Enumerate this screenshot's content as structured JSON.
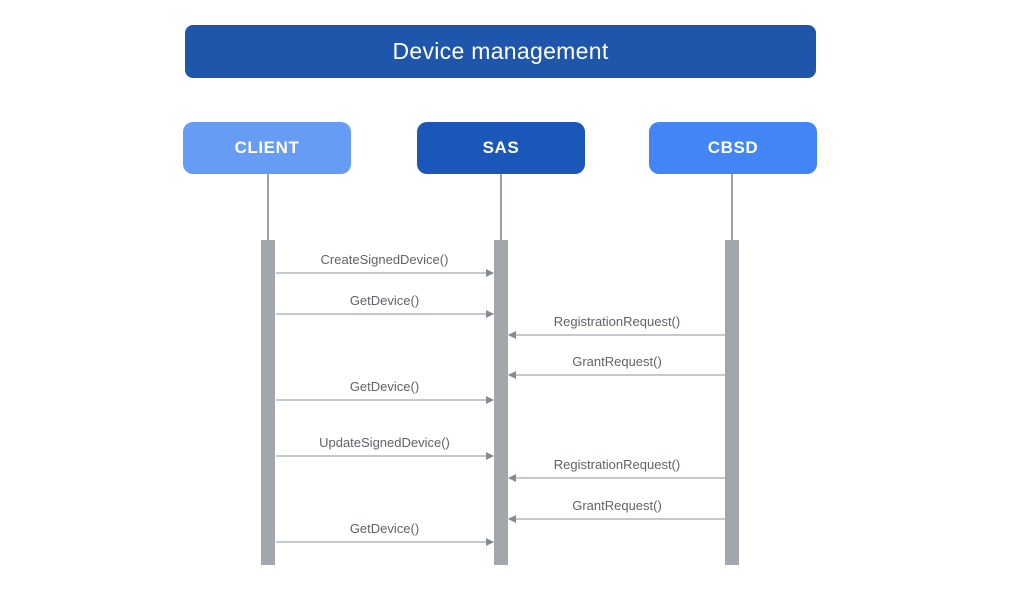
{
  "diagram": {
    "type": "sequence",
    "title": "Device management"
  },
  "colors": {
    "background": "#ffffff",
    "title_bar": "#1e56ab",
    "actor_client": "#669cf4",
    "actor_sas": "#1b57b8",
    "actor_cbsd": "#4285f4",
    "lifeline": "#9aa0a6",
    "activation_bar": "#a2a7ad",
    "arrow_line": "#c5c8cc",
    "arrow_head": "#868b90",
    "message_text": "#5f6368",
    "title_text": "#ffffff",
    "actor_text": "#ffffff"
  },
  "actors": [
    {
      "id": "client",
      "label": "CLIENT"
    },
    {
      "id": "sas",
      "label": "SAS"
    },
    {
      "id": "cbsd",
      "label": "CBSD"
    }
  ],
  "messages": [
    {
      "label": "CreateSignedDevice()",
      "from": "CLIENT",
      "to": "SAS",
      "direction": "right"
    },
    {
      "label": "GetDevice()",
      "from": "CLIENT",
      "to": "SAS",
      "direction": "right"
    },
    {
      "label": "RegistrationRequest()",
      "from": "CBSD",
      "to": "SAS",
      "direction": "left"
    },
    {
      "label": "GrantRequest()",
      "from": "CBSD",
      "to": "SAS",
      "direction": "left"
    },
    {
      "label": "GetDevice()",
      "from": "CLIENT",
      "to": "SAS",
      "direction": "right"
    },
    {
      "label": "UpdateSignedDevice()",
      "from": "CLIENT",
      "to": "SAS",
      "direction": "right"
    },
    {
      "label": "RegistrationRequest()",
      "from": "CBSD",
      "to": "SAS",
      "direction": "left"
    },
    {
      "label": "GrantRequest()",
      "from": "CBSD",
      "to": "SAS",
      "direction": "left"
    },
    {
      "label": "GetDevice()",
      "from": "CLIENT",
      "to": "SAS",
      "direction": "right"
    }
  ]
}
